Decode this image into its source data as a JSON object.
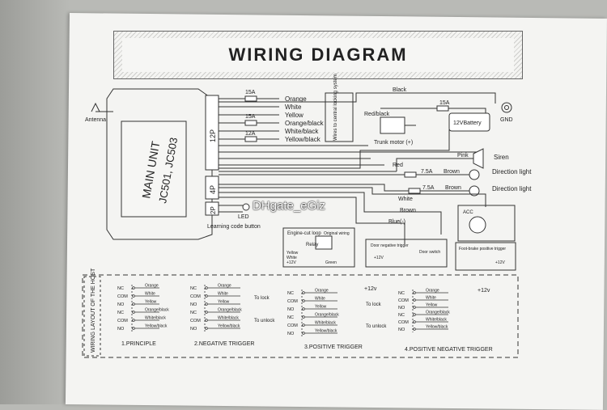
{
  "title": "WIRING DIAGRAM",
  "main_unit": {
    "label": "MAIN UNIT",
    "model": "JC501, JC503"
  },
  "antenna": "Antenna",
  "connectors": {
    "c12": "12P",
    "c4": "4P",
    "c2": "2P"
  },
  "wires12": [
    {
      "fuse": "15A",
      "color": "Orange"
    },
    {
      "fuse": "",
      "color": "White"
    },
    {
      "fuse": "",
      "color": "Yellow"
    },
    {
      "fuse": "15A",
      "color": "Orange/black"
    },
    {
      "fuse": "",
      "color": "White/black"
    },
    {
      "fuse": "12A",
      "color": "Yellow/black"
    }
  ],
  "central_lock_note": "Wires to central locking system",
  "red_black": "Red/black",
  "black": "Black",
  "red": "Red",
  "fuse_battery": "15A",
  "battery": "12VBattery",
  "gnd": "GND",
  "trunk_motor": "Trunk motor (+)",
  "pink": "Pink",
  "siren": "Siren",
  "fuse_75a_1": "7.5A",
  "brown1": "Brown",
  "direction_light_1": "Direction light",
  "fuse_75a_2": "7.5A",
  "brown2": "Brown",
  "direction_light_2": "Direction light",
  "white": "White",
  "brown3": "Brown",
  "blue": "Blue(-)",
  "led": "LED",
  "learning": "Learning code button",
  "acc": "ACC",
  "engine_cut": {
    "title": "Engine-cut loop",
    "original": "Original wiring",
    "relay": "Relay",
    "yellow": "Yellow",
    "white": "White",
    "green": "Green",
    "v12": "+12V"
  },
  "door_neg": {
    "title": "Door negative trigger",
    "v12": "+12V",
    "switch": "Door switch"
  },
  "foot_brake": {
    "title": "Foot-brake positive trigger",
    "v12": "+12V"
  },
  "host_layout": "WIRING LAYOUT OF THE HOST",
  "principle": {
    "pins": [
      "NC",
      "COM",
      "NO",
      "NC",
      "COM",
      "NO"
    ],
    "wires": [
      "Orange",
      "White",
      "Yellow",
      "Orange/black",
      "White/black",
      "Yellow/black"
    ],
    "caption": "1.PRINCIPLE"
  },
  "neg_trigger": {
    "pins": [
      "NC",
      "COM",
      "NO",
      "NC",
      "COM",
      "NO"
    ],
    "wires": [
      "Orange",
      "White",
      "Yellow",
      "Orange/black",
      "White/black",
      "Yellow/black"
    ],
    "to_lock": "To lock",
    "to_unlock": "To unlock",
    "caption": "2.NEGATIVE TRIGGER"
  },
  "pos_trigger": {
    "pins": [
      "NC",
      "COM",
      "NO",
      "NC",
      "COM",
      "NO"
    ],
    "wires": [
      "Orange",
      "White",
      "Yellow",
      "Orange/black",
      "White/black",
      "Yellow/black"
    ],
    "v12": "+12v",
    "to_lock": "To lock",
    "to_unlock": "To unlock",
    "caption": "3.POSITIVE TRIGGER"
  },
  "pos_neg_trigger": {
    "pins": [
      "NC",
      "COM",
      "NO",
      "NC",
      "COM",
      "NO"
    ],
    "wires": [
      "Orange",
      "White",
      "Yellow",
      "Orange/black",
      "White/black",
      "Yellow/black"
    ],
    "v12": "+12v",
    "caption": "4.POSITIVE NEGATIVE TRIGGER"
  },
  "watermark": "DHgate_eGiz"
}
